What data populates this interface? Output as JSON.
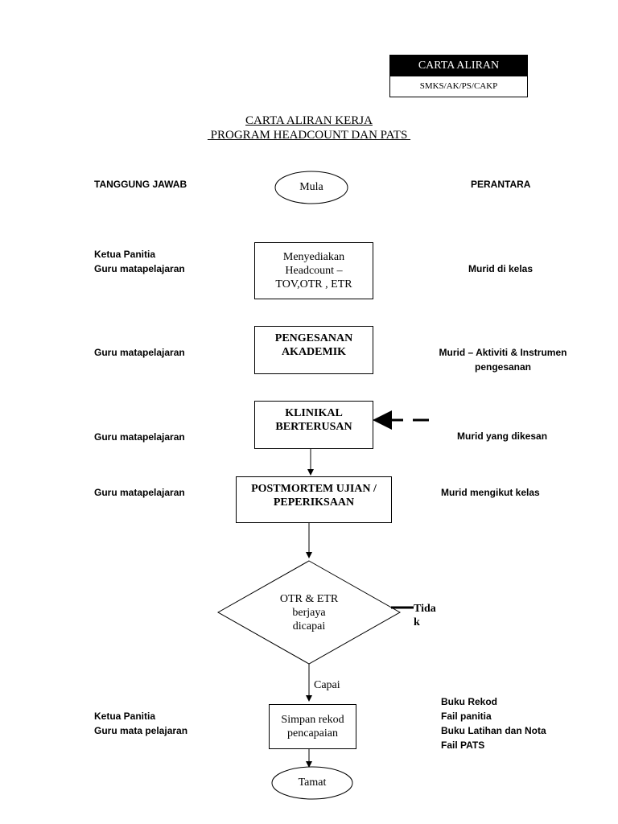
{
  "header": {
    "title": "CARTA ALIRAN",
    "code": "SMKS/AK/PS/CAKP"
  },
  "page_title": {
    "line1": "CARTA ALIRAN KERJA",
    "line2": " PROGRAM HEADCOUNT DAN PATS "
  },
  "columns": {
    "left": "TANGGUNG JAWAB",
    "right": "PERANTARA"
  },
  "nodes": {
    "start": "Mula",
    "step1": "Menyediakan\nHeadcount –\nTOV,OTR , ETR",
    "step2": "PENGESANAN\nAKADEMIK",
    "step3": "KLINIKAL\nBERTERUSAN",
    "step4": "POSTMORTEM UJIAN /\nPEPERIKSAAN",
    "decision": "OTR & ETR\nberjaya\ndicapai",
    "decision_no": "Tida\nk",
    "decision_yes": "Capai",
    "step5": "Simpan rekod\npencapaian",
    "end": "Tamat"
  },
  "responsible": {
    "step1": "Ketua Panitia\nGuru matapelajaran",
    "step2": "Guru matapelajaran",
    "step3": "Guru matapelajaran",
    "step4": "Guru matapelajaran",
    "step5": "Ketua Panitia\nGuru mata pelajaran"
  },
  "intermediary": {
    "step1": "Murid di kelas",
    "step2": "Murid – Aktiviti & Instrumen\npengesanan",
    "step3": "Murid yang dikesan",
    "step4": "Murid mengikut kelas",
    "step5": "Buku Rekod\nFail panitia\nBuku Latihan dan Nota\nFail PATS"
  }
}
